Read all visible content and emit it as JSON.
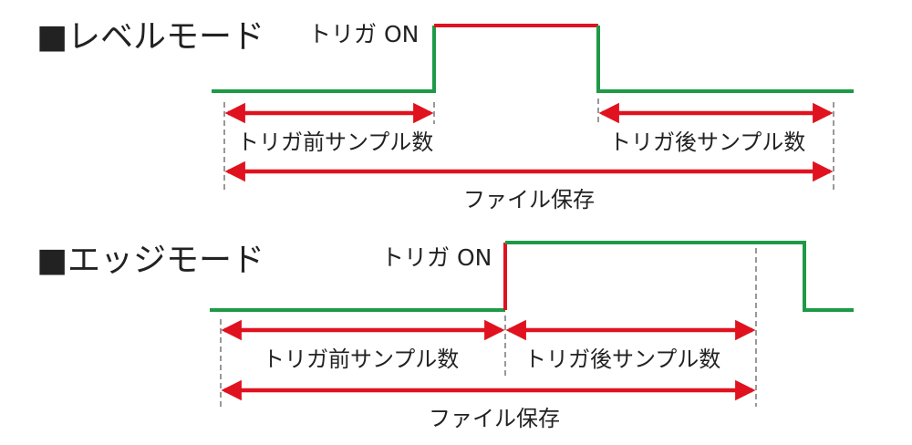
{
  "level_mode": {
    "title": "■レベルモード",
    "trigger_label": "トリガ ON",
    "pre_label": "トリガ前サンプル数",
    "post_label": "トリガ後サンプル数",
    "file_label": "ファイル保存"
  },
  "edge_mode": {
    "title": "■エッジモード",
    "trigger_label": "トリガ ON",
    "pre_label": "トリガ前サンプル数",
    "post_label": "トリガ後サンプル数",
    "file_label": "ファイル保存"
  },
  "colors": {
    "signal_low": "#1e9a46",
    "signal_high": "#e0121f",
    "arrow": "#e0121f",
    "guide": "#555555",
    "text": "#222222"
  }
}
